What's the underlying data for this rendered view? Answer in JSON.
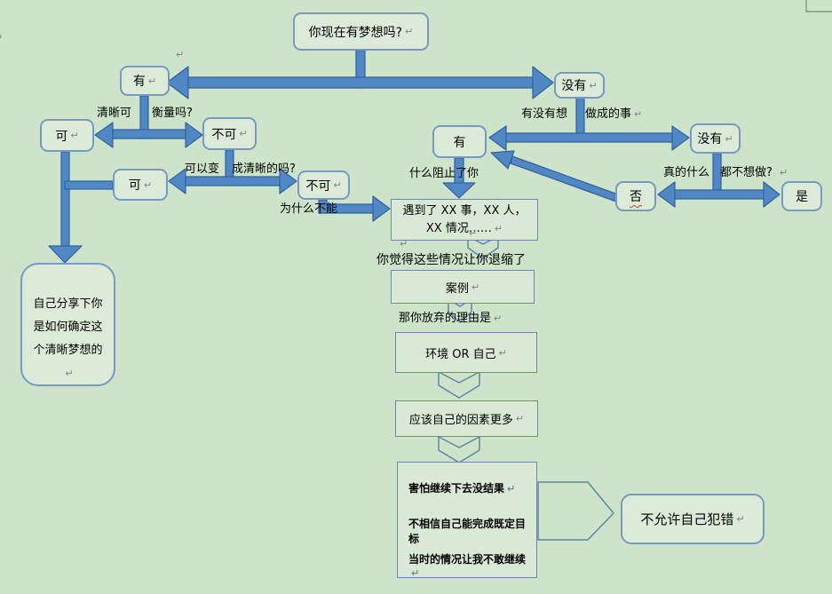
{
  "glyphs": {
    "return": "↵"
  },
  "boxes": {
    "q_dream": "你现在有梦想吗?",
    "yes_left": "有",
    "no_mid": "没有",
    "can1": "可",
    "cannot1": "不可",
    "can2": "可",
    "cannot2": "不可",
    "yes_mid": "有",
    "no_right": "没有",
    "deny": "否",
    "confirm": "是",
    "share": "自己分享下你是如何确定这个清晰梦想的",
    "encounter": "遇到了 XX 事，XX 人，XX 情况……",
    "case": "案例",
    "env_or_self": "环境 OR 自己",
    "own_factor": "应该自己的因素更多",
    "no_mistake": "不允许自己犯错",
    "reasons": [
      "害怕继续下去没结果",
      "不相信自己能完成既定目标",
      "当时的情况让我不敢继续"
    ]
  },
  "labels": {
    "measure_l": "清晰可",
    "measure_r": "衡量吗?",
    "clarify_l": "可以变",
    "clarify_r": "成清晰的吗?",
    "why_not": "为什么不能",
    "what_stopped": "什么阻止了你",
    "retreat": "你觉得这些情况让你退缩了",
    "give_up": "那你放弃的理由是",
    "want_l": "有没有想",
    "want_r": "做成的事",
    "really_l": "真的什么",
    "really_r": "都不想做?"
  },
  "colors": {
    "background": "#cde4cb",
    "box_fill": "#dcebd8",
    "rounded_border": "#7899c0",
    "rect_border": "#6d89a8",
    "arrow_fill": "#5088c5",
    "arrow_stroke": "#33619c",
    "hollow_arrow_stroke": "#5f86a4",
    "text": "#000000",
    "format_mark": "#828282",
    "spellcheck_underline": "#d23a32"
  }
}
